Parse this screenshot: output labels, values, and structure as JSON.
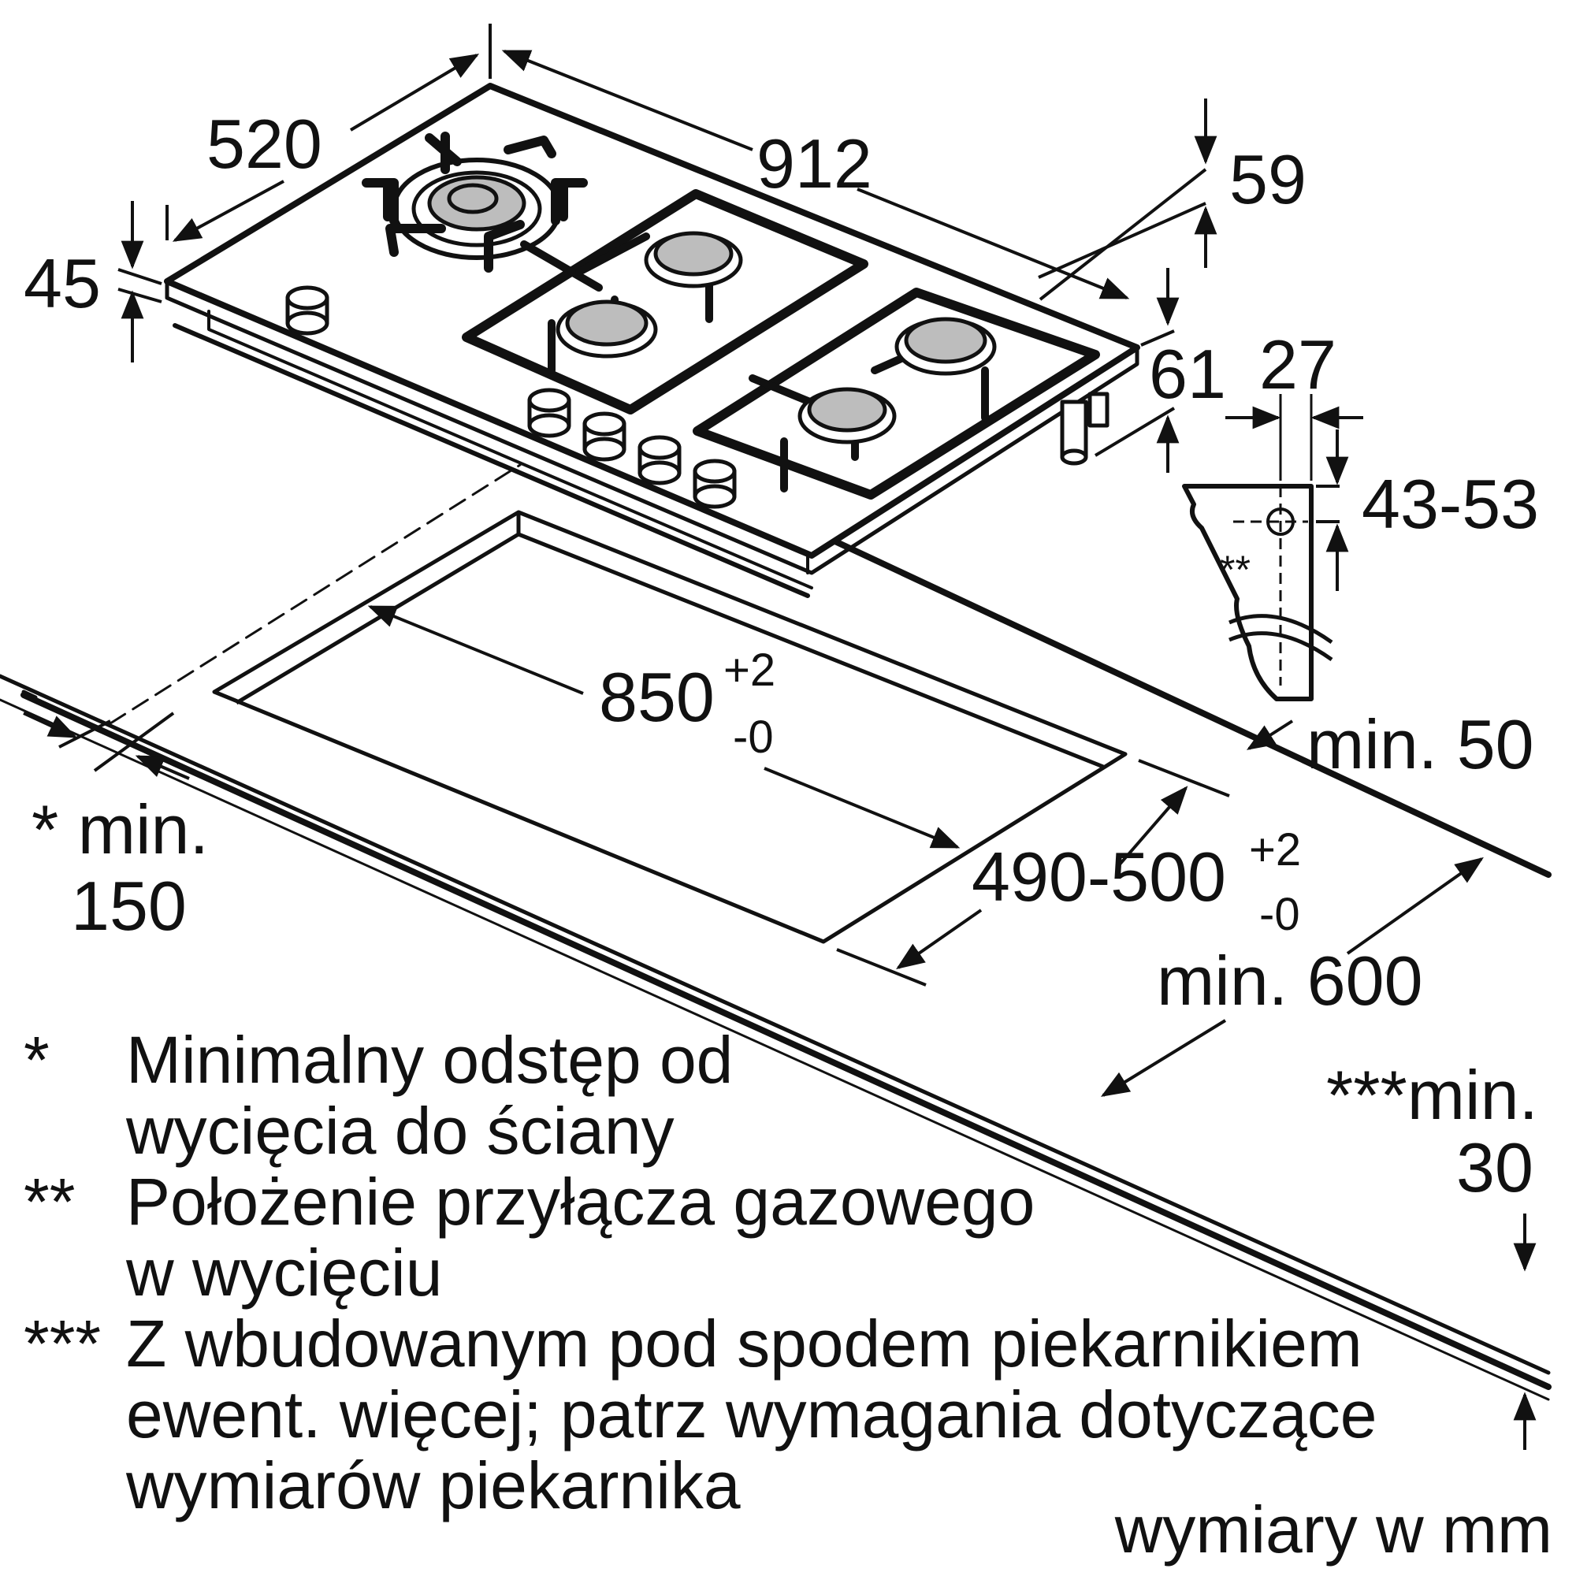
{
  "dimensions": {
    "depth": "520",
    "width": "912",
    "front_height": "45",
    "grate_height": "59",
    "rear_height": "61",
    "bracket_width": "27",
    "bracket_range": "43-53",
    "cutout_width": "850",
    "cutout_width_tol_plus": "+2",
    "cutout_width_tol_minus": "-0",
    "cutout_depth": "490-500",
    "cutout_depth_tol_plus": "+2",
    "cutout_depth_tol_minus": "-0",
    "rear_gap": "min. 50",
    "worktop_depth": "min. 600",
    "wall_gap_line1": "* min.",
    "wall_gap_line2": "150",
    "oven_gap_line1": "***min.",
    "oven_gap_line2": "30",
    "gas_connection_mark": "**"
  },
  "legend": [
    {
      "mark": "*",
      "lines": [
        "Minimalny odstęp od",
        "wycięcia do ściany"
      ]
    },
    {
      "mark": "**",
      "lines": [
        "Położenie przyłącza gazowego",
        "w wycięciu"
      ]
    },
    {
      "mark": "***",
      "lines": [
        "Z wbudowanym pod spodem piekarnikiem",
        "ewent. więcej; patrz wymagania dotyczące",
        "wymiarów piekarnika"
      ]
    }
  ],
  "units_note": "wymiary w mm",
  "colors": {
    "line": "#111111",
    "burner": "#bdbdbd",
    "background": "#ffffff"
  }
}
